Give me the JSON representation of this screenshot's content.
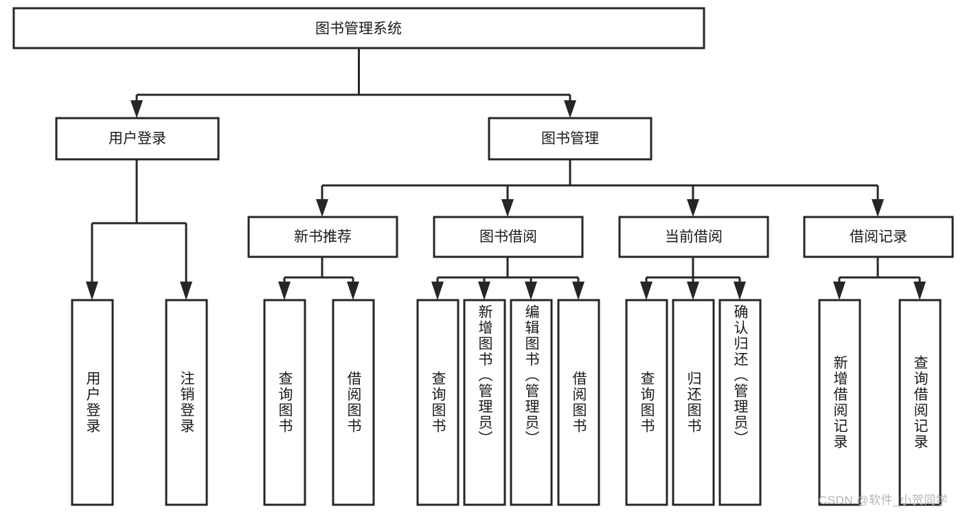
{
  "diagram": {
    "type": "tree-hierarchy",
    "title": "图书管理系统",
    "orientation": "top-down",
    "root": {
      "label": "图书管理系统",
      "children": [
        {
          "label": "用户登录",
          "children": [
            {
              "label": "用户登录",
              "orientation": "vertical"
            },
            {
              "label": "注销登录",
              "orientation": "vertical"
            }
          ]
        },
        {
          "label": "图书管理",
          "children": [
            {
              "label": "新书推荐",
              "children": [
                {
                  "label": "查询图书",
                  "orientation": "vertical"
                },
                {
                  "label": "借阅图书",
                  "orientation": "vertical"
                }
              ]
            },
            {
              "label": "图书借阅",
              "children": [
                {
                  "label": "查询图书",
                  "orientation": "vertical"
                },
                {
                  "label": "新增图书（管理员）",
                  "orientation": "vertical"
                },
                {
                  "label": "编辑图书（管理员）",
                  "orientation": "vertical"
                },
                {
                  "label": "借阅图书",
                  "orientation": "vertical"
                }
              ]
            },
            {
              "label": "当前借阅",
              "children": [
                {
                  "label": "查询图书",
                  "orientation": "vertical"
                },
                {
                  "label": "归还图书",
                  "orientation": "vertical"
                },
                {
                  "label": "确认归还（管理员）",
                  "orientation": "vertical"
                }
              ]
            },
            {
              "label": "借阅记录",
              "children": [
                {
                  "label": "新增借阅记录",
                  "orientation": "vertical"
                },
                {
                  "label": "查询借阅记录",
                  "orientation": "vertical"
                }
              ]
            }
          ]
        }
      ]
    },
    "nodes": {
      "root": {
        "label": "图书管理系统"
      },
      "l1_user_login": {
        "label": "用户登录"
      },
      "l1_book_manage": {
        "label": "图书管理"
      },
      "l2_new_book_rec": {
        "label": "新书推荐"
      },
      "l2_book_borrow": {
        "label": "图书借阅"
      },
      "l2_current_borrow": {
        "label": "当前借阅"
      },
      "l2_borrow_record": {
        "label": "借阅记录"
      },
      "leaf_user_login": {
        "label": "用户登录"
      },
      "leaf_logout": {
        "label": "注销登录"
      },
      "leaf_query_book_a": {
        "label": "查询图书"
      },
      "leaf_borrow_book_a": {
        "label": "借阅图书"
      },
      "leaf_query_book_b": {
        "label": "查询图书"
      },
      "leaf_add_book": {
        "label": "新增图书（管理员）"
      },
      "leaf_edit_book": {
        "label": "编辑图书（管理员）"
      },
      "leaf_borrow_book_b": {
        "label": "借阅图书"
      },
      "leaf_query_book_c": {
        "label": "查询图书"
      },
      "leaf_return_book": {
        "label": "归还图书"
      },
      "leaf_confirm_return": {
        "label": "确认归还（管理员）"
      },
      "leaf_add_record": {
        "label": "新增借阅记录"
      },
      "leaf_query_record": {
        "label": "查询借阅记录"
      }
    },
    "colors": {
      "stroke": "#262626",
      "fill": "#ffffff",
      "text": "#1a1a1a",
      "watermark": "#b4b4b4"
    }
  },
  "watermark": {
    "text": "CSDN @软件_小贺同学"
  }
}
